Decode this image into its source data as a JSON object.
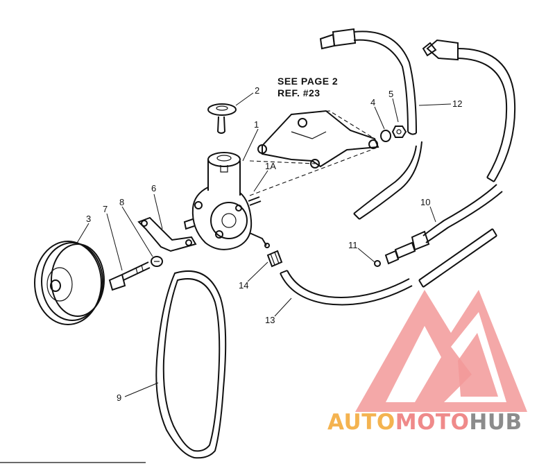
{
  "note": {
    "line1": "SEE PAGE 2",
    "line2": "REF. #23"
  },
  "callouts": {
    "c1": "1",
    "c1a": "1A",
    "c2": "2",
    "c3": "3",
    "c4": "4",
    "c5": "5",
    "c6": "6",
    "c7": "7",
    "c8": "8",
    "c9": "9",
    "c10": "10",
    "c11": "11",
    "c12": "12",
    "c13": "13",
    "c14": "14"
  },
  "watermark": {
    "part1": "AUTO",
    "part2": "MOTO",
    "part3": "HUB",
    "color_orange": "#f4b350",
    "color_red": "#ef8a8a",
    "color_gray": "#8c8c8c"
  }
}
